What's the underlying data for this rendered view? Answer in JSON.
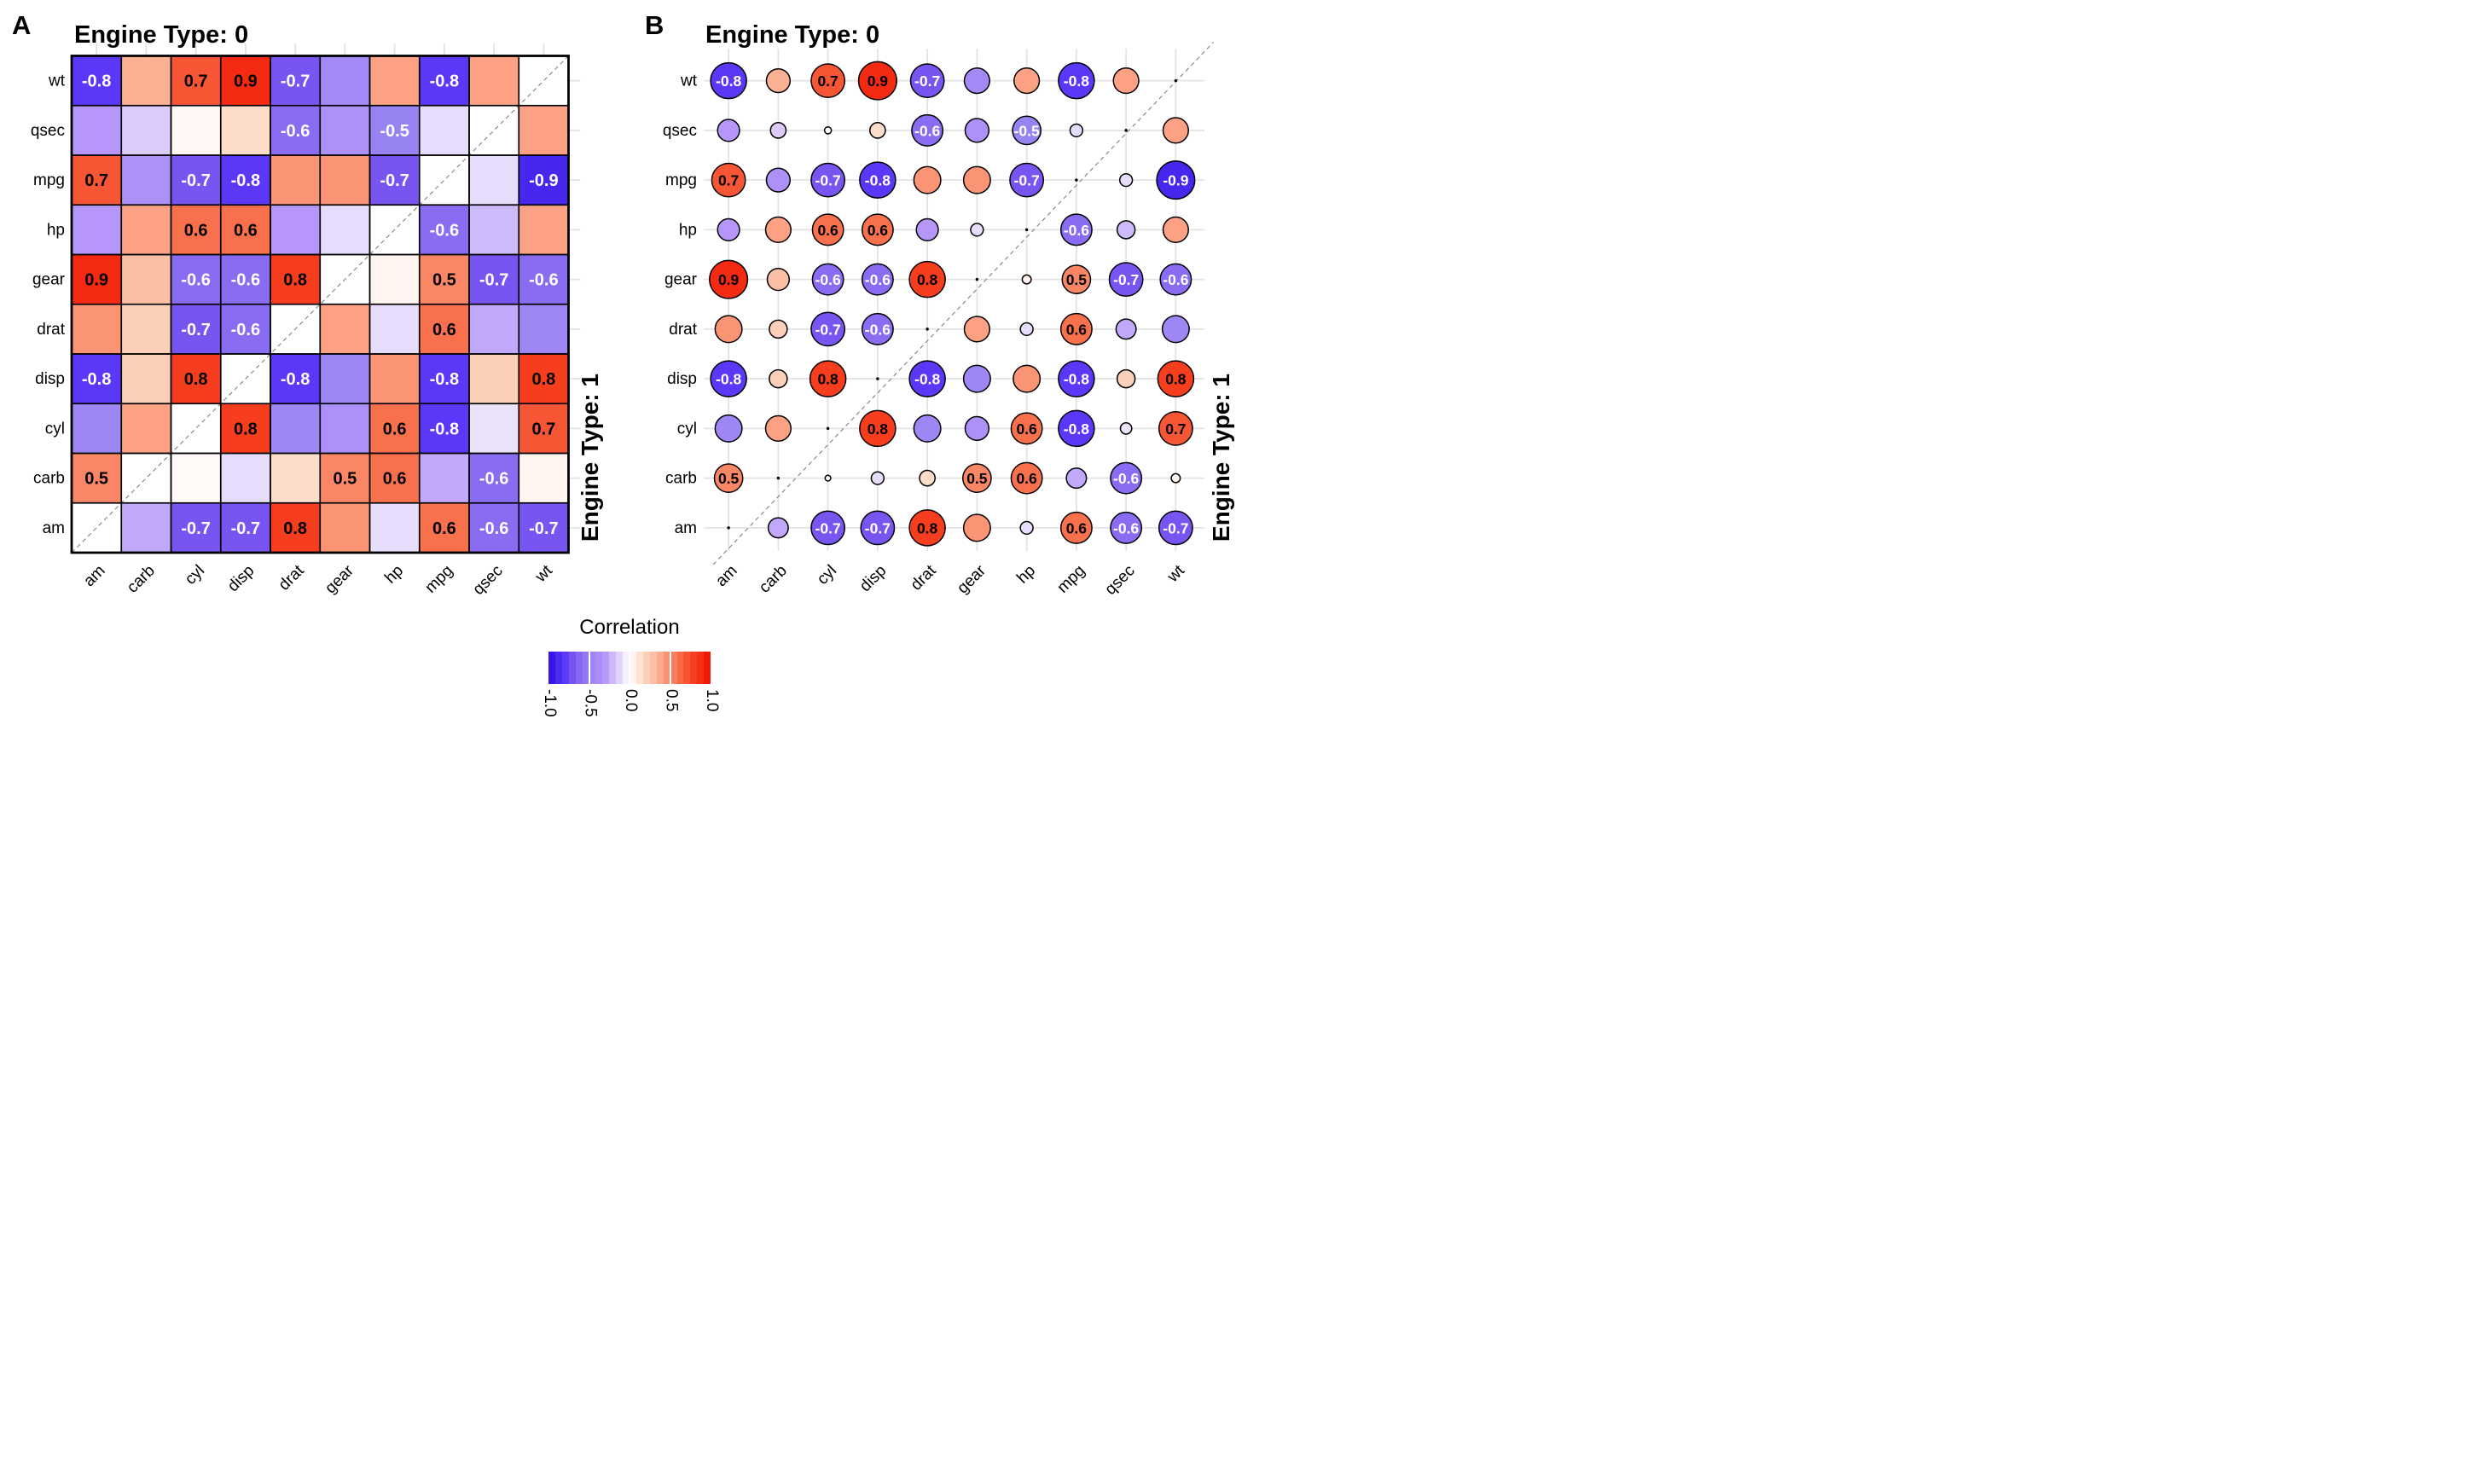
{
  "figure": {
    "panel_a": {
      "letter": "A",
      "title": "Engine Type: 0",
      "right_label": "Engine Type: 1"
    },
    "panel_b": {
      "letter": "B",
      "title": "Engine Type: 0",
      "right_label": "Engine Type: 1"
    }
  },
  "chart_data": {
    "type": "heatmap",
    "description": "Asymmetric correlation matrix of mtcars variables; upper-left triangle = Engine Type 0, lower-right triangle = Engine Type 1; diagonal blank with dashed line. Panel A renders colored squares, Panel B renders circles sized by |r|. Values with |r| >= 0.5 are printed.",
    "columns": [
      "am",
      "carb",
      "cyl",
      "disp",
      "drat",
      "gear",
      "hp",
      "mpg",
      "qsec",
      "wt"
    ],
    "rows": [
      "wt",
      "qsec",
      "mpg",
      "hp",
      "gear",
      "drat",
      "disp",
      "cyl",
      "carb",
      "am"
    ],
    "values": [
      [
        -0.8,
        0.35,
        0.7,
        0.9,
        -0.7,
        -0.4,
        0.4,
        -0.8,
        0.4,
        null
      ],
      [
        -0.3,
        -0.15,
        0.03,
        0.15,
        -0.6,
        -0.35,
        -0.5,
        -0.1,
        null,
        0.4
      ],
      [
        0.7,
        -0.35,
        -0.7,
        -0.8,
        0.45,
        0.45,
        -0.7,
        null,
        -0.1,
        -0.9
      ],
      [
        -0.3,
        0.4,
        0.6,
        0.6,
        -0.3,
        -0.1,
        null,
        -0.6,
        -0.2,
        0.4
      ],
      [
        0.9,
        0.3,
        -0.6,
        -0.6,
        0.8,
        null,
        0.05,
        0.5,
        -0.7,
        -0.6
      ],
      [
        0.45,
        0.2,
        -0.7,
        -0.6,
        null,
        0.4,
        -0.1,
        0.6,
        -0.25,
        -0.45
      ],
      [
        -0.8,
        0.2,
        0.8,
        null,
        -0.8,
        -0.45,
        0.45,
        -0.8,
        0.2,
        0.8
      ],
      [
        -0.45,
        0.4,
        null,
        0.8,
        -0.45,
        -0.35,
        0.6,
        -0.8,
        -0.08,
        0.7
      ],
      [
        0.5,
        null,
        0.02,
        -0.1,
        0.15,
        0.5,
        0.6,
        -0.25,
        -0.6,
        0.05
      ],
      [
        null,
        -0.25,
        -0.7,
        -0.7,
        0.8,
        0.45,
        -0.1,
        0.6,
        -0.6,
        -0.7
      ]
    ],
    "label_threshold": 0.5,
    "panels": [
      {
        "id": "A",
        "style": "colored-squares",
        "title": "Engine Type: 0",
        "right_title": "Engine Type: 1"
      },
      {
        "id": "B",
        "style": "sized-circles",
        "title": "Engine Type: 0",
        "right_title": "Engine Type: 1"
      }
    ],
    "value_range": [
      -1,
      1
    ],
    "grid": "light-gray gridlines in panel B; black cell borders in panel A"
  },
  "legend": {
    "title": "Correlation",
    "ticks": [
      "-1.0",
      "-0.5",
      "0.0",
      "0.5",
      "1.0"
    ],
    "range": [
      -1,
      1
    ],
    "segments": 24
  },
  "colors": {
    "negative_end": "#2B0AE6",
    "negative_mid": "#9883F3",
    "positive_end": "#F01000",
    "positive_mid": "#F98766",
    "zero": "#FFFFFF",
    "cell_border": "#000000",
    "gridline": "#E3E3E3",
    "dashed_diagonal": "#808080",
    "negative_value_text": "#FFFFFF",
    "positive_value_text": "#000000"
  }
}
